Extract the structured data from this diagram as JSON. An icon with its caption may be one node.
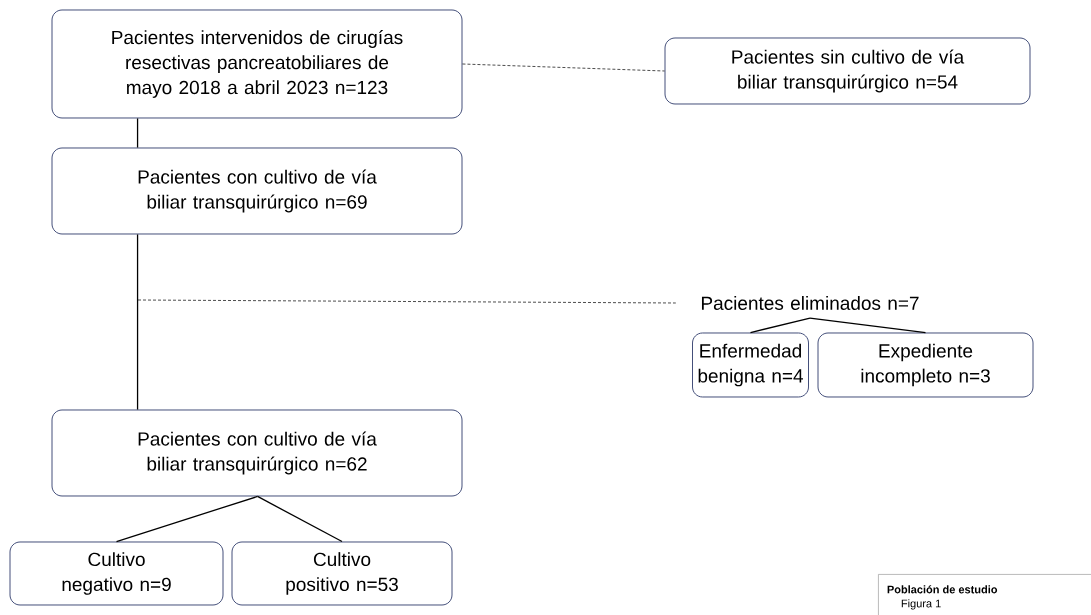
{
  "diagram": {
    "nodes": [
      {
        "text": [
          "Pacientes intervenidos de cirugías resectivas pancreatobiliares de mayo 2018 a abril 2023 n=123"
        ]
      },
      {
        "text": [
          "Pacientes sin cultivo de vía biliar transquirúrgico n=54"
        ]
      },
      {
        "text": [
          "Pacientes con cultivo de vía biliar transquirúrgico n=69"
        ]
      },
      {
        "text": [
          "Pacientes eliminados n=7"
        ]
      },
      {
        "text": [
          "Enfermedad benigna n=4"
        ]
      },
      {
        "text": [
          "Expediente incompleto n=3"
        ]
      },
      {
        "text": [
          "Pacientes con cultivo de vía biliar transquirúrgico n=62"
        ]
      },
      {
        "text": [
          "Cultivo negativo n=9"
        ]
      },
      {
        "text": [
          "Cultivo positivo n=53"
        ]
      },
      {
        "text": [
          "Población de estudio",
          "Figura 1"
        ]
      }
    ],
    "edges": [
      {
        "from": 0,
        "to": 1,
        "arrow": "none",
        "style": "dashed"
      },
      {
        "from": 0,
        "to": 2,
        "arrow": "none"
      },
      {
        "from": 2,
        "to": 6,
        "arrow": "none"
      },
      {
        "from": null,
        "to": 3,
        "arrow": "none",
        "style": "dashed"
      },
      {
        "from": 3,
        "to": 4,
        "arrow": "none"
      },
      {
        "from": 3,
        "to": 5,
        "arrow": "none"
      },
      {
        "from": 6,
        "to": 7,
        "arrow": "none"
      },
      {
        "from": 6,
        "to": 8,
        "arrow": "none"
      }
    ]
  }
}
